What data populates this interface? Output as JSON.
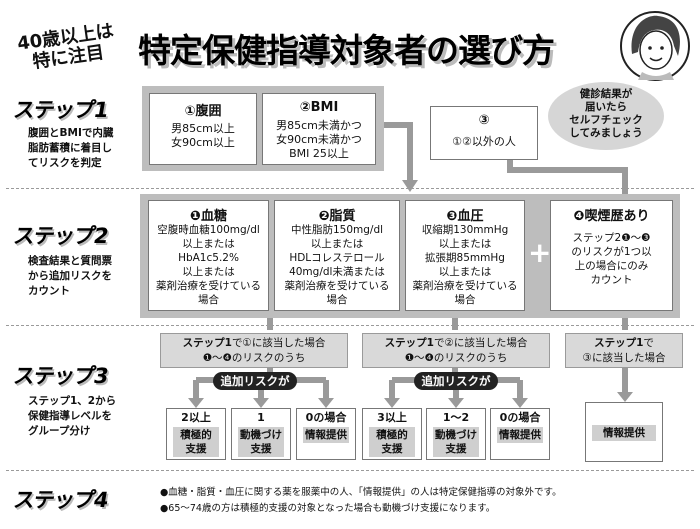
{
  "header": {
    "tag_line1": "40歳以上は",
    "tag_line2": "特に注目",
    "title": "特定保健指導対象者の選び方",
    "bubble_lines": [
      "健診結果が",
      "届いたら",
      "セルフチェック",
      "してみましょう"
    ]
  },
  "steps": {
    "step1": {
      "label": "ステップ1",
      "desc_lines": [
        "腹囲とBMIで内臓",
        "脂肪蓄積に着目し",
        "てリスクを判定"
      ]
    },
    "step2": {
      "label": "ステップ2",
      "desc_lines": [
        "検査結果と質問票",
        "から追加リスクを",
        "カウント"
      ]
    },
    "step3": {
      "label": "ステップ3",
      "desc_lines": [
        "ステップ1、2から",
        "保健指導レベルを",
        "グループ分け"
      ]
    },
    "step4": {
      "label": "ステップ4"
    }
  },
  "step1_boxes": [
    {
      "title": "①腹囲",
      "lines": [
        "男85cm以上",
        "女90cm以上"
      ]
    },
    {
      "title": "②BMI",
      "lines": [
        "男85cm未満かつ",
        "女90cm未満かつ",
        "BMI 25以上"
      ]
    },
    {
      "title": "③",
      "lines": [
        "①②以外の人"
      ]
    }
  ],
  "step2_boxes": [
    {
      "title": "❶血糖",
      "lines": [
        "空腹時血糖100mg/dl",
        "以上または",
        "HbA1c5.2%",
        "以上または",
        "薬剤治療を受けている",
        "場合"
      ]
    },
    {
      "title": "❷脂質",
      "lines": [
        "中性脂肪150mg/dl",
        "以上または",
        "HDLコレステロール",
        "40mg/dl未満または",
        "薬剤治療を受けている",
        "場合"
      ]
    },
    {
      "title": "❸血圧",
      "lines": [
        "収縮期130mmHg",
        "以上または",
        "拡張期85mmHg",
        "以上または",
        "薬剤治療を受けている",
        "場合"
      ]
    },
    {
      "title": "❹喫煙歴あり",
      "lines": [
        "ステップ2❶〜❸",
        "のリスクが1つ以",
        "上の場合にのみ",
        "カウント"
      ]
    }
  ],
  "plus_sign": "+",
  "step3_conditions": [
    {
      "bold": "ステップ1",
      "rest": "で①に該当した場合",
      "line2": "❶〜❹のリスクのうち"
    },
    {
      "bold": "ステップ1",
      "rest": "で②に該当した場合",
      "line2": "❶〜❹のリスクのうち"
    },
    {
      "bold": "ステップ1",
      "rest": "で",
      "line2": "③に該当した場合"
    }
  ],
  "pills": [
    "追加リスクが",
    "追加リスクが"
  ],
  "results_group1": [
    {
      "count": "2以上",
      "level": [
        "積極的",
        "支援"
      ]
    },
    {
      "count": "1",
      "level": [
        "動機づけ",
        "支援"
      ]
    },
    {
      "count": "0の場合",
      "level": [
        "情報提供"
      ]
    }
  ],
  "results_group2": [
    {
      "count": "3以上",
      "level": [
        "積極的",
        "支援"
      ]
    },
    {
      "count": "1〜2",
      "level": [
        "動機づけ",
        "支援"
      ]
    },
    {
      "count": "0の場合",
      "level": [
        "情報提供"
      ]
    }
  ],
  "result_group3": {
    "level": "情報提供"
  },
  "notes": [
    "●血糖・脂質・血圧に関する薬を服薬中の人、「情報提供」の人は特定保健指導の対象外です。",
    "●65〜74歳の方は積極的支援の対象となった場合も動機づけ支援になります。"
  ]
}
